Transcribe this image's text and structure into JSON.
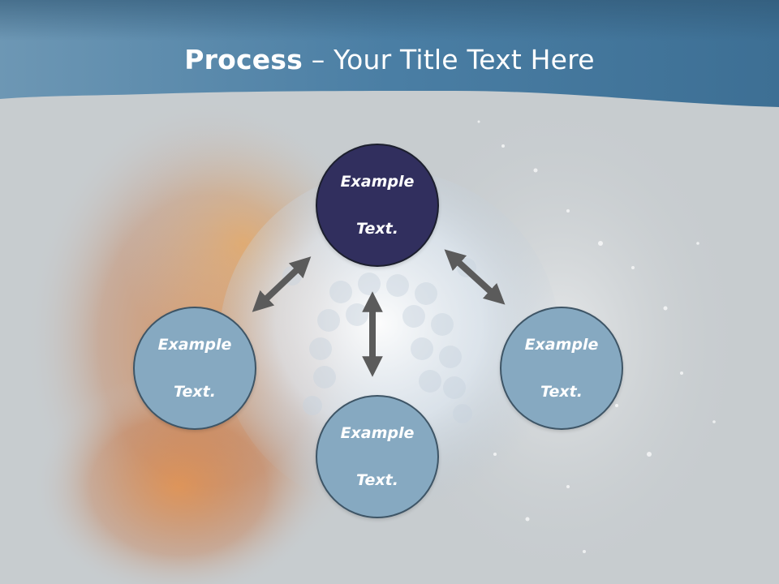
{
  "slide": {
    "title_bold": "Process",
    "title_dash": " – ",
    "title_rest": "Your Title Text Here"
  },
  "nodes": {
    "top": {
      "line1": "Example",
      "line2": "Text."
    },
    "left": {
      "line1": "Example",
      "line2": "Text."
    },
    "bottom": {
      "line1": "Example",
      "line2": "Text."
    },
    "right": {
      "line1": "Example",
      "line2": "Text."
    }
  },
  "colors": {
    "header": "#4f7fa3",
    "top_node": "#312f5e",
    "side_nodes": "#86a9c1",
    "arrows": "#5b5b5b"
  }
}
